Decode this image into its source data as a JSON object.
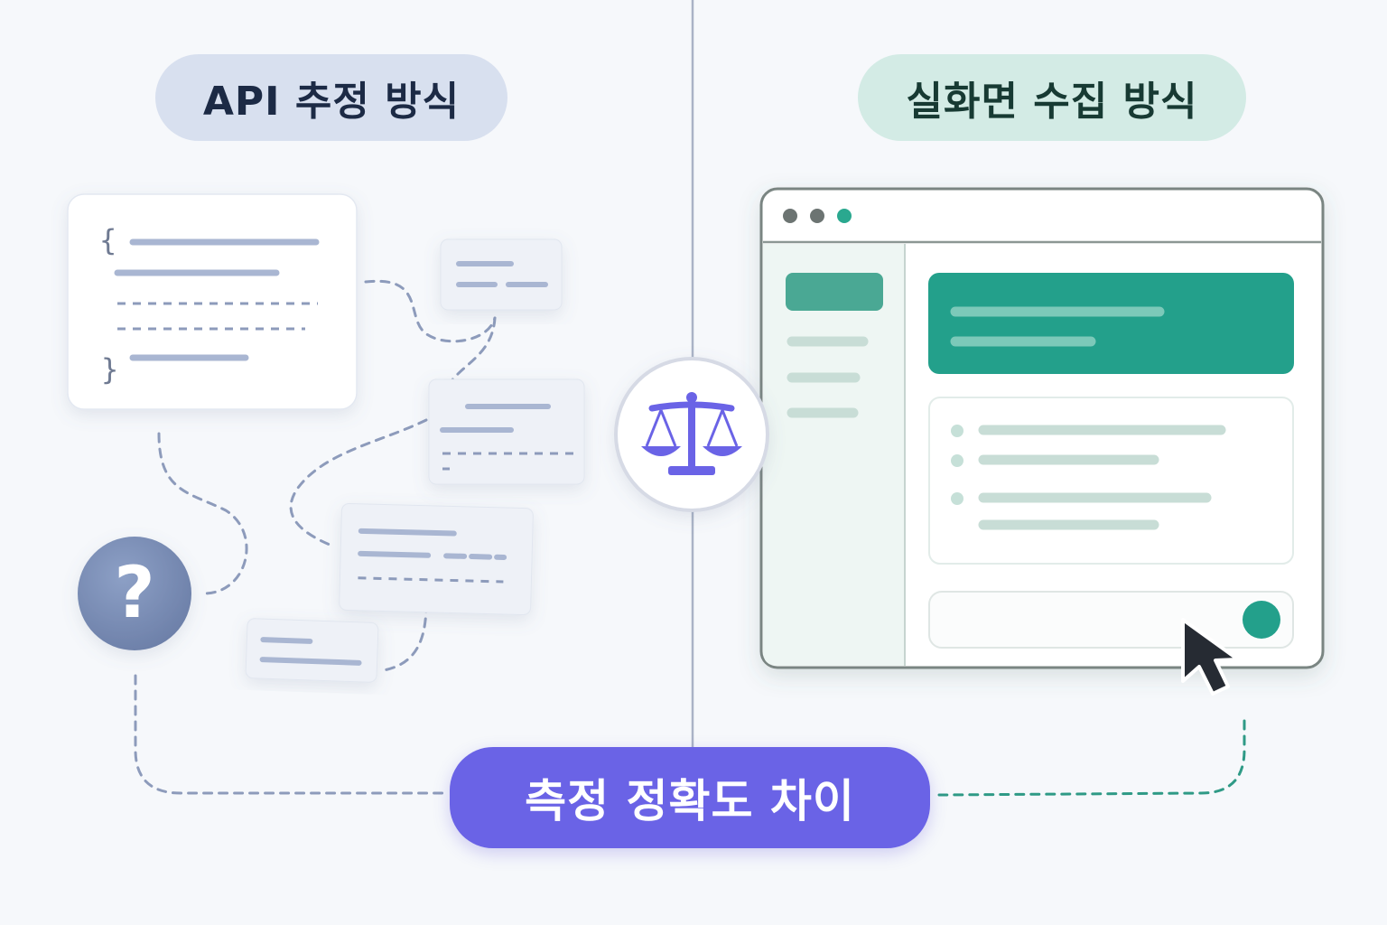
{
  "left": {
    "label": "API 추정 방식",
    "icons": {
      "code": "code-braces-icon",
      "unknown": "question-mark-icon"
    },
    "brace_open": "{",
    "brace_close": "}",
    "question": "?"
  },
  "right": {
    "label": "실화면 수집 방식",
    "icons": {
      "window": "browser-window-icon",
      "pointer": "cursor-pointer-icon"
    }
  },
  "center": {
    "icon": "balance-scale-icon"
  },
  "bottom": {
    "label": "측정 정확도 차이"
  },
  "colors": {
    "left_accent": "#7f90b5",
    "right_accent": "#27a08a",
    "center_accent": "#6a63e6",
    "left_pill_bg": "#d8e0ef",
    "right_pill_bg": "#d3ebe5"
  }
}
